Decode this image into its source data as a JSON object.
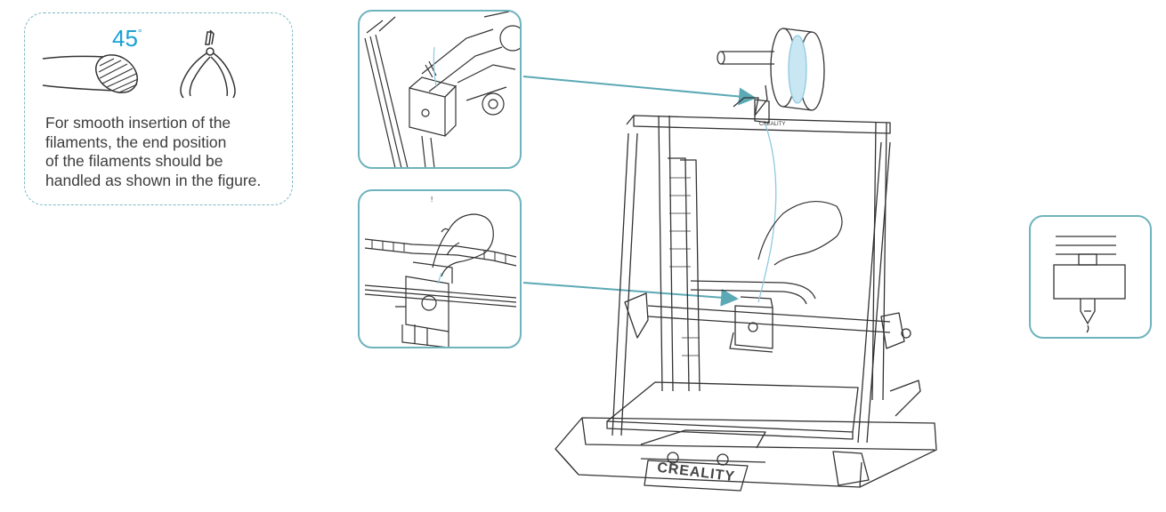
{
  "tip": {
    "angle_value": "45",
    "angle_unit": "°",
    "lines": [
      "For smooth insertion of the",
      "filaments, the end position",
      "of the filaments should be",
      "handled as shown in the figure."
    ]
  },
  "printer": {
    "brand_logo": "CREALITY",
    "frame_label": "CREALITY"
  },
  "colors": {
    "accent": "#1aa1d6",
    "callout_border": "#6fb3bd",
    "arrow": "#5ba9b5",
    "filament": "#8ec9e0",
    "line_art": "#333333"
  },
  "icons": [
    "filament-end-icon",
    "pliers-icon",
    "hand-icon",
    "spool-icon",
    "nozzle-icon"
  ]
}
